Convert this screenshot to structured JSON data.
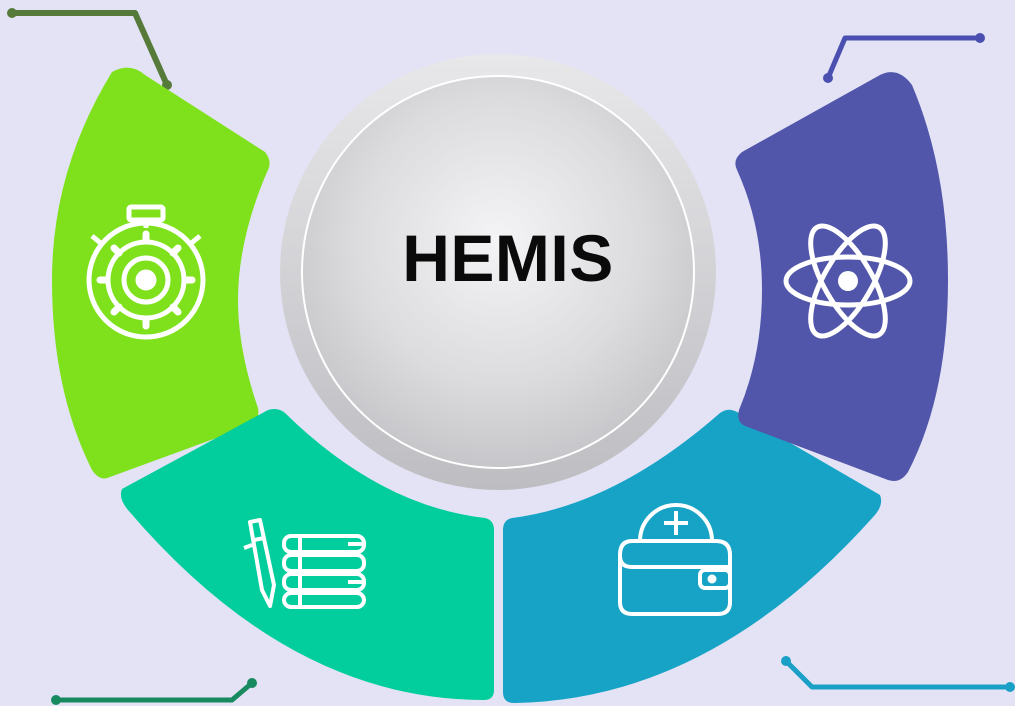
{
  "title": "HEMIS",
  "segments": [
    {
      "id": "top-left",
      "icon": "stopwatch-gear-icon",
      "color": "#7ee11c"
    },
    {
      "id": "bottom-left",
      "icon": "pen-and-books-icon",
      "color": "#02cd9c"
    },
    {
      "id": "bottom-right",
      "icon": "wallet-add-coin-icon",
      "color": "#17a3c6"
    },
    {
      "id": "top-right",
      "icon": "atom-icon",
      "color": "#5156aa"
    }
  ],
  "connector_colors": {
    "top-left": "#557a3a",
    "top-right": "#4b4fb0",
    "bottom-left": "#188a5f",
    "bottom-right": "#1aa0c6"
  },
  "background_color": "#e3e3f5"
}
